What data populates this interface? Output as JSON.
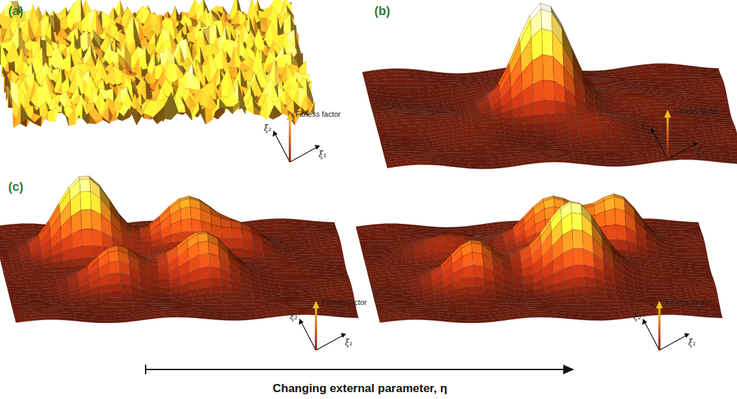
{
  "diagram": {
    "labels": [
      "(a)",
      "(b)",
      "(c)",
      "Fitness factor",
      "ξ₂",
      "ξ₁",
      "Fitness factor",
      "ξ₂",
      "ξ₁",
      "Fitness factor",
      "ξ₂",
      "ξ₁",
      "Fitness factor",
      "ξ₂",
      "ξ₁",
      "Changing external parameter, η"
    ]
  }
}
